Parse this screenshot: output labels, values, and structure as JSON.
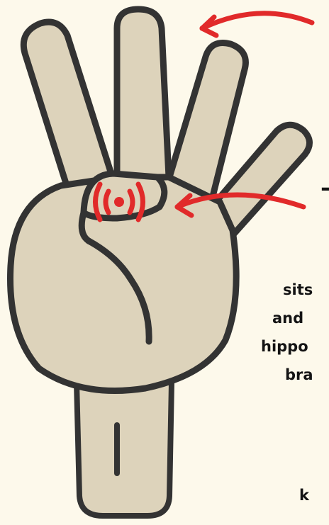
{
  "background_color": "#fdf9eb",
  "colors": {
    "skin": "#ddd3bb",
    "outline": "#333333",
    "accent_red": "#e12a2a",
    "text": "#141414"
  },
  "icons": {
    "hand": "hand-four-fingers-icon",
    "pressure_point": "pressure-point-signal-icon",
    "arrow_top": "curved-arrow-icon",
    "arrow_middle": "curved-arrow-icon"
  },
  "caption": {
    "title_dash": "–",
    "lines": [
      "sits",
      "and",
      "hippo",
      "bra",
      "k"
    ]
  }
}
